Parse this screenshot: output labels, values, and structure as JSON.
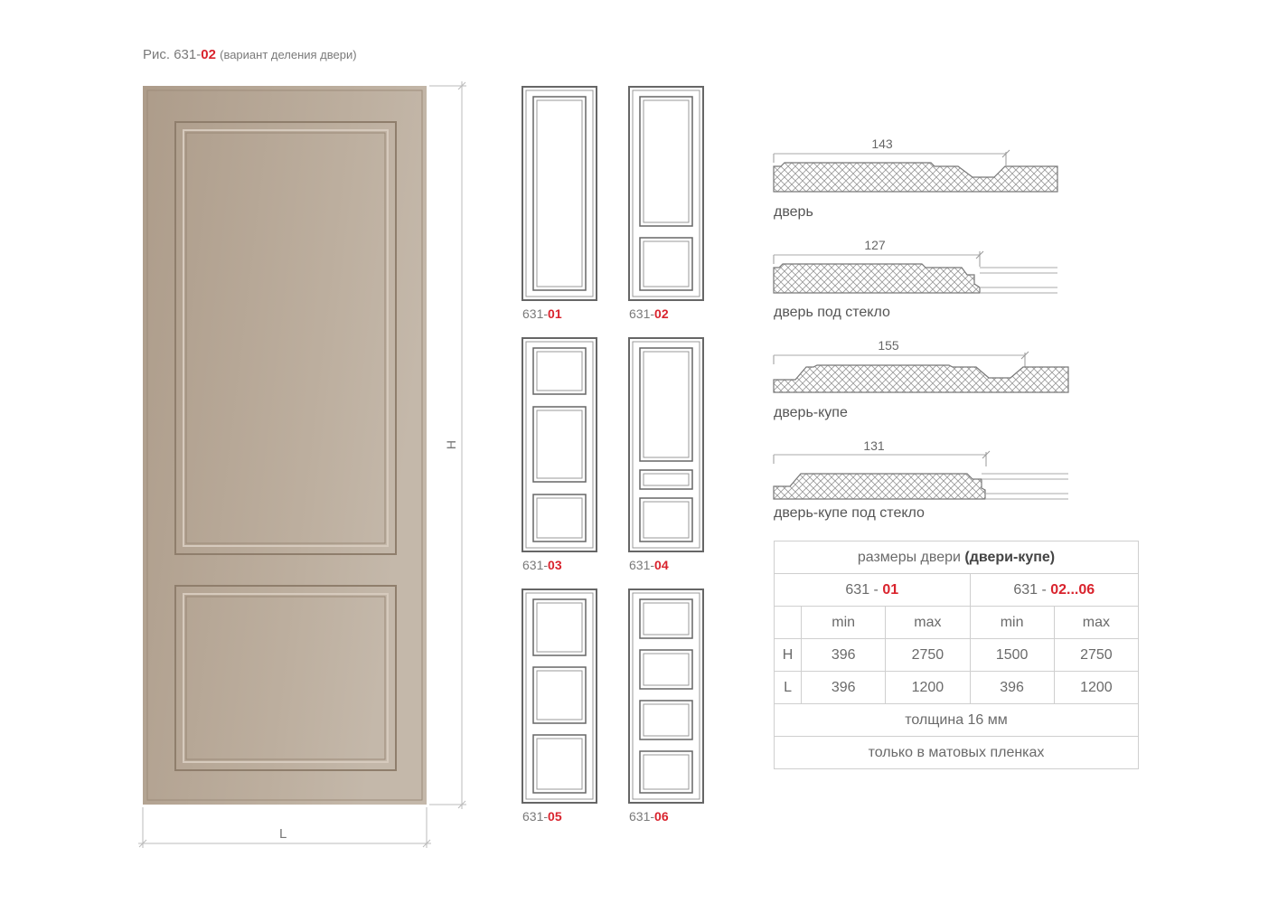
{
  "title": {
    "prefix": "Рис. 631-",
    "code": "02",
    "subtitle": "(вариант деления двери)"
  },
  "main_door": {
    "height_label": "H",
    "width_label": "L",
    "color": "#b7a796"
  },
  "variants": [
    {
      "prefix": "631-",
      "code": "01"
    },
    {
      "prefix": "631-",
      "code": "02"
    },
    {
      "prefix": "631-",
      "code": "03"
    },
    {
      "prefix": "631-",
      "code": "04"
    },
    {
      "prefix": "631-",
      "code": "05"
    },
    {
      "prefix": "631-",
      "code": "06"
    }
  ],
  "profiles": [
    {
      "dimension": "143",
      "label": "дверь"
    },
    {
      "dimension": "127",
      "label": "дверь под стекло"
    },
    {
      "dimension": "155",
      "label": "дверь-купе"
    },
    {
      "dimension": "131",
      "label": "дверь-купе под стекло"
    }
  ],
  "table": {
    "title_plain": "размеры двери",
    "title_bold": "(двери-купе)",
    "group1_prefix": "631 - ",
    "group1_code": "01",
    "group2_prefix": "631 - ",
    "group2_code": "02...06",
    "col_min": "min",
    "col_max": "max",
    "rows": [
      {
        "label": "H",
        "g1_min": "396",
        "g1_max": "2750",
        "g2_min": "1500",
        "g2_max": "2750"
      },
      {
        "label": "L",
        "g1_min": "396",
        "g1_max": "1200",
        "g2_min": "396",
        "g2_max": "1200"
      }
    ],
    "thickness": "толщина 16 мм",
    "note": "только в матовых пленках"
  },
  "colors": {
    "accent": "#d9232d",
    "door_fill": "#b7a796",
    "outline": "#666666"
  }
}
